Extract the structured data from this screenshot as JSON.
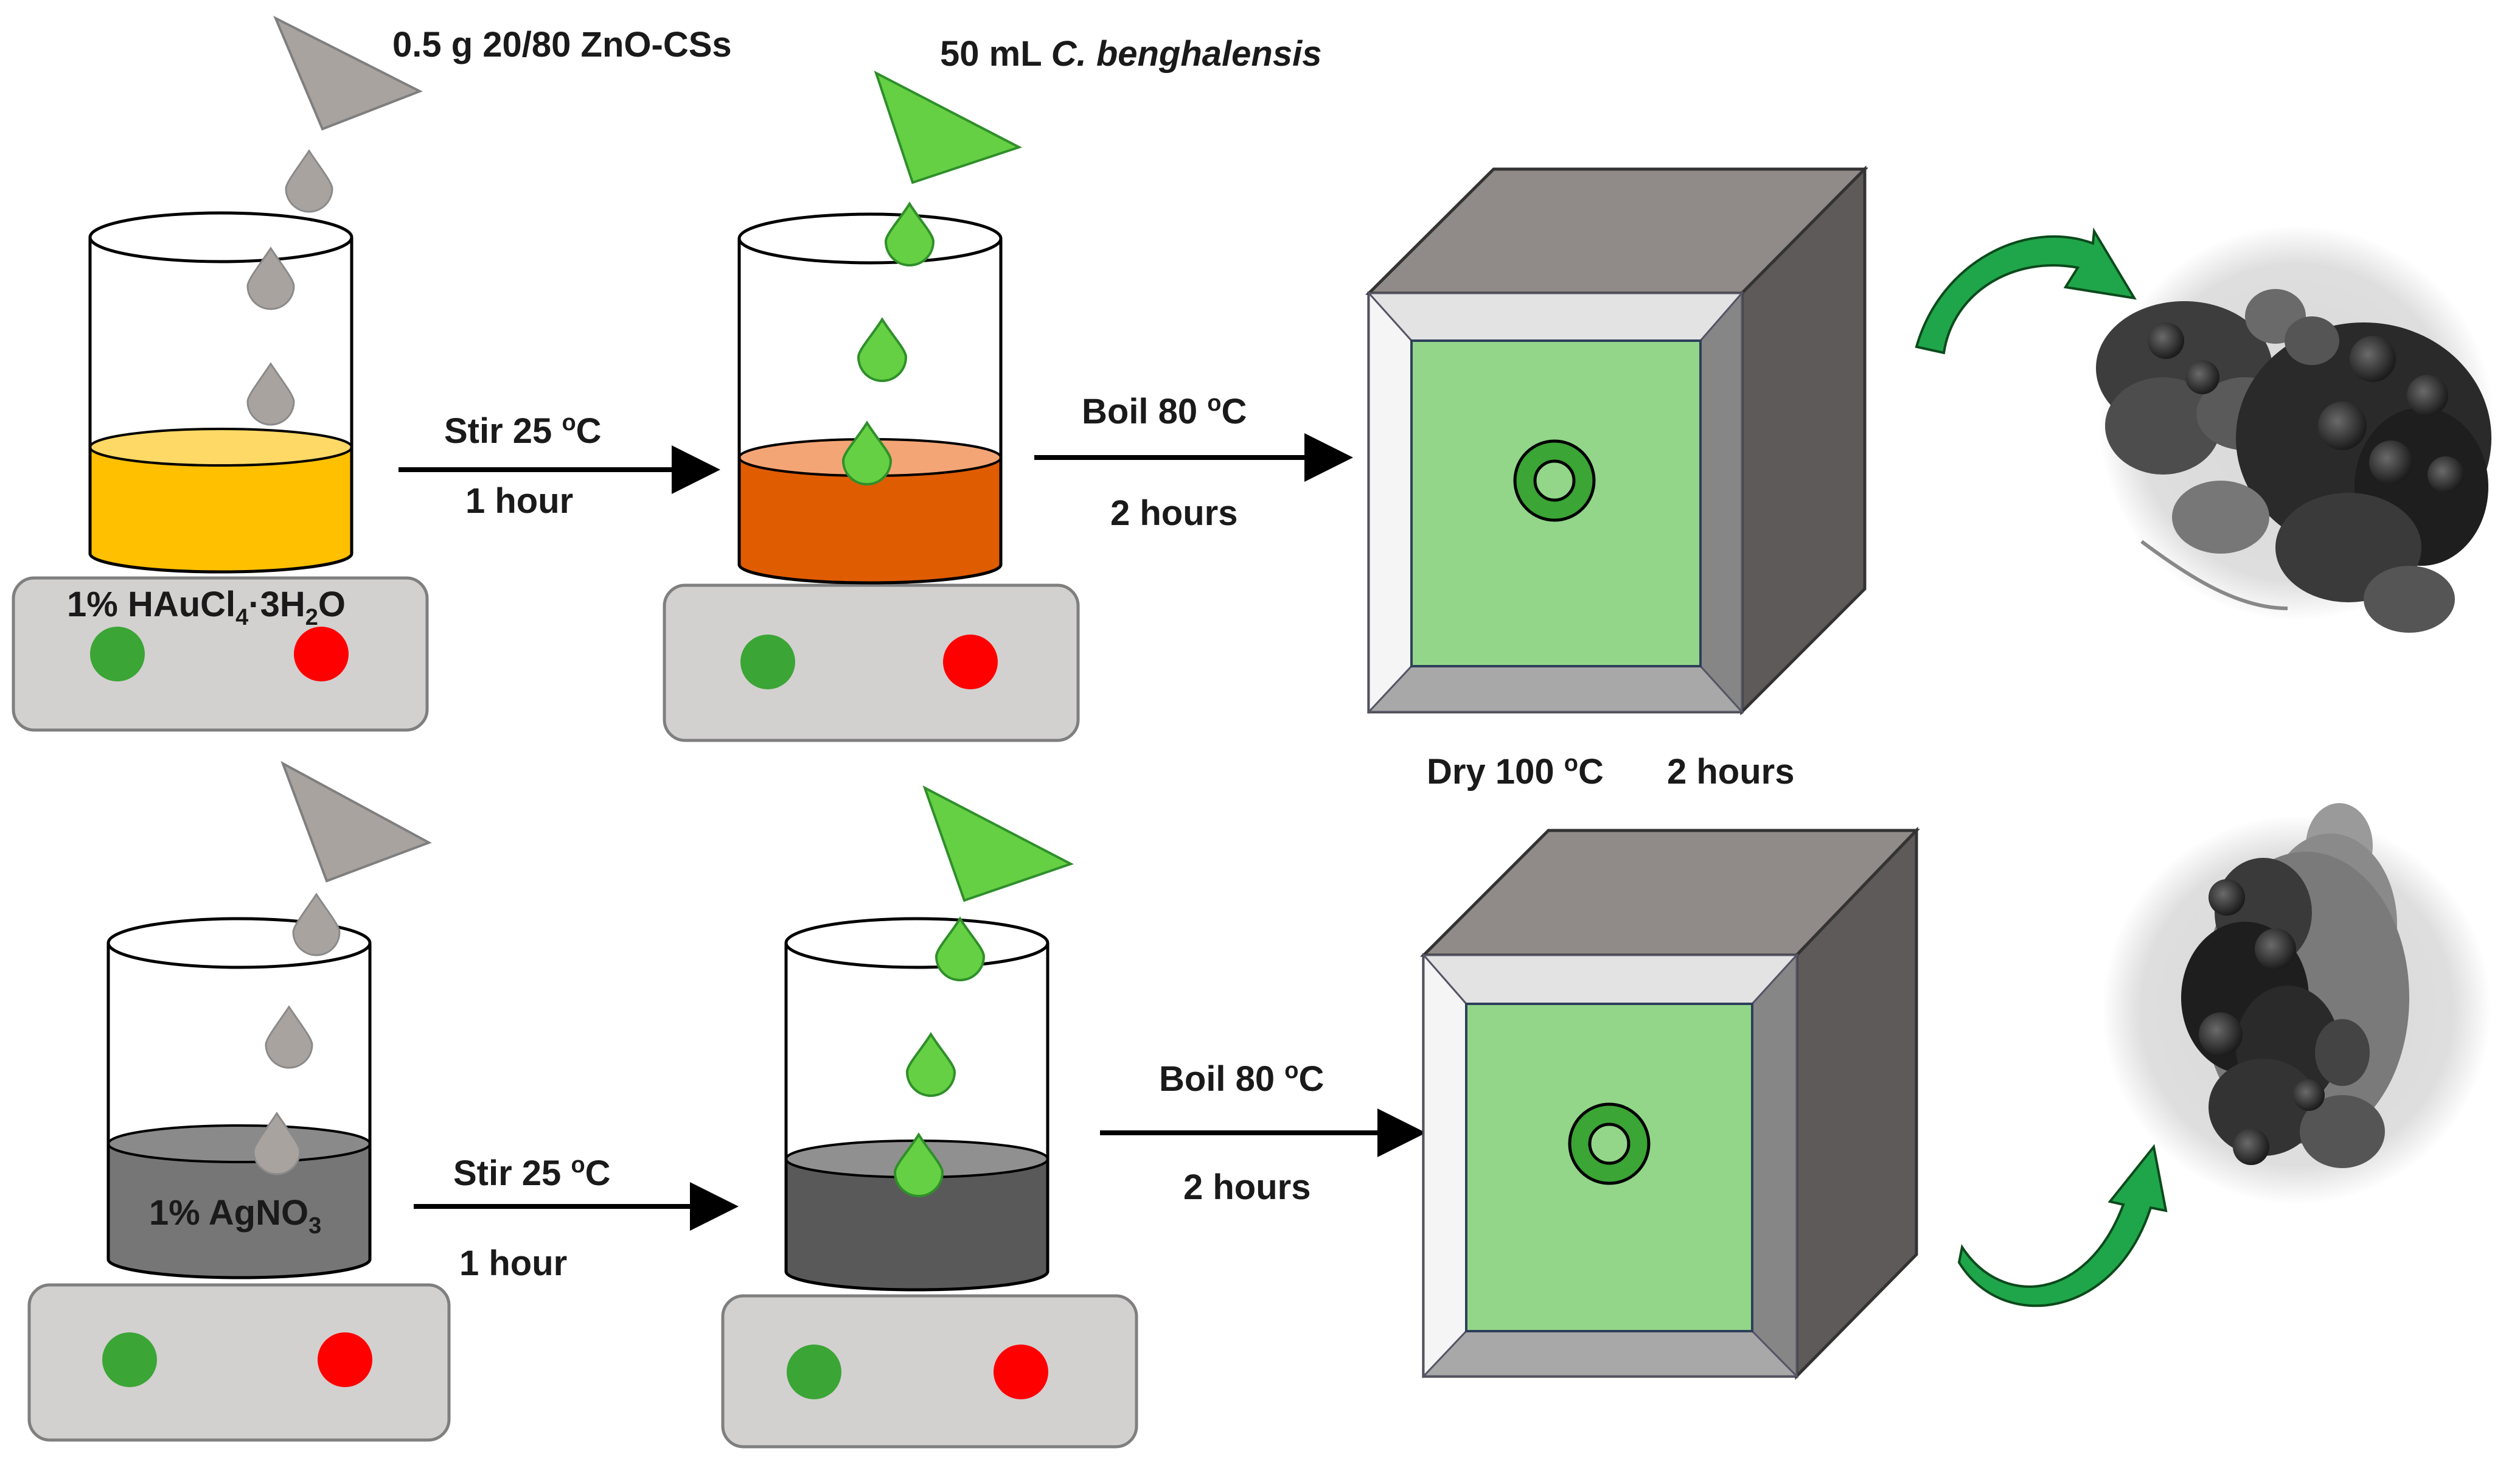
{
  "colors": {
    "gold_solution": "#FFC000",
    "gold_surface": "#FFD966",
    "orange_solution": "#E05C00",
    "orange_surface": "#F4A575",
    "silver_solution": "#767676",
    "dark_solution": "#595959",
    "extract_green": "#66D044",
    "oven_body": "#5E5A59",
    "oven_top": "#908B88",
    "oven_panel": "#93D68A",
    "hotplate": "#D3D0D0",
    "knob_green": "#3BA536",
    "knob_red": "#FF0000",
    "arrow_green": "#1FA64A",
    "powder_gray": "#A9A3A0"
  },
  "top_row": {
    "reagent_label": "0.5 g 20/80 ZnO-CSs",
    "extract_label_prefix": "50 mL ",
    "extract_label_italic": "C. benghalensis",
    "salt_label": "1% HAuCl",
    "salt_sub_4": "4",
    "salt_mid": "·3H",
    "salt_sub_2": "2",
    "salt_end": "O",
    "stir_label": "Stir 25 ",
    "stir_deg": "o",
    "stir_unit": "C",
    "stir_time": "1 hour",
    "boil_label": "Boil 80 ",
    "boil_deg": "o",
    "boil_unit": "C",
    "boil_time": "2 hours"
  },
  "dry_step": {
    "label": "Dry 100 ",
    "deg": "o",
    "unit": "C",
    "time": "2 hours"
  },
  "bottom_row": {
    "salt_label": "1% AgNO",
    "salt_sub_3": "3",
    "stir_label": "Stir 25 ",
    "stir_deg": "o",
    "stir_unit": "C",
    "stir_time": "1 hour",
    "boil_label": "Boil 80 ",
    "boil_deg": "o",
    "boil_unit": "C",
    "boil_time": "2 hours"
  }
}
